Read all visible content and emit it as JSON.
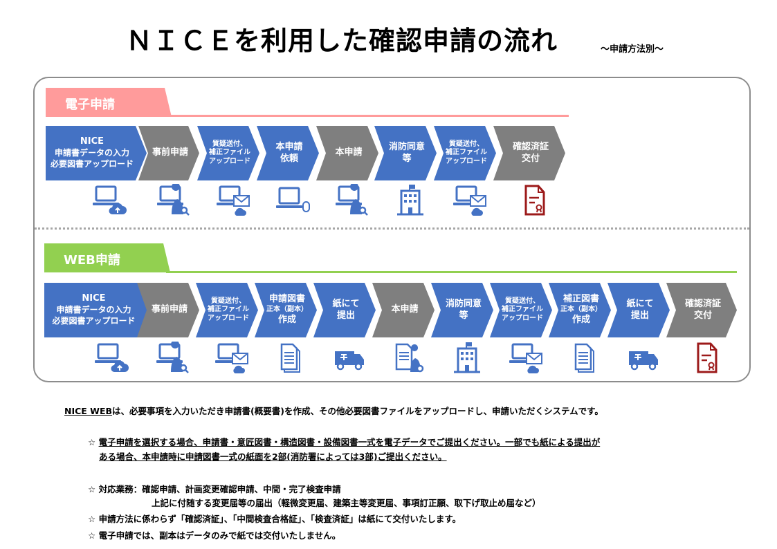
{
  "title": "ＮＩＣＥを利用した確認申請の流れ",
  "subtitle": "～申請方法別～",
  "colors": {
    "blue": "#4472c4",
    "gray": "#7f7f7f",
    "pink": "#ff9b9b",
    "green": "#92d050",
    "cert_red": "#9c1a1a"
  },
  "electronic": {
    "label": "電子申請",
    "steps": [
      {
        "lines": [
          "NICE",
          "申請書データの入力",
          "必要図書アップロード"
        ],
        "color": "blue",
        "icon": "laptop-cloud-upload-icon"
      },
      {
        "lines": [
          "事前申請"
        ],
        "color": "gray",
        "icon": "laptop-user-search-icon"
      },
      {
        "lines": [
          "質疑送付、",
          "補正ファイル",
          "アップロード"
        ],
        "color": "blue",
        "icon": "laptop-mail-upload-icon"
      },
      {
        "lines": [
          "本申請",
          "依頼"
        ],
        "color": "blue",
        "icon": "laptop-mouse-icon"
      },
      {
        "lines": [
          "本申請"
        ],
        "color": "gray",
        "icon": "laptop-user-search-icon"
      },
      {
        "lines": [
          "消防同意等"
        ],
        "color": "blue",
        "icon": "building-icon"
      },
      {
        "lines": [
          "質疑送付、",
          "補正ファイル",
          "アップロード"
        ],
        "color": "blue",
        "icon": "laptop-mail-upload-icon"
      },
      {
        "lines": [
          "確認済証",
          "交付"
        ],
        "color": "gray",
        "icon": "certificate-icon"
      }
    ]
  },
  "web": {
    "label": "WEB申請",
    "steps": [
      {
        "lines": [
          "NICE",
          "申請書データの入力",
          "必要図書アップロード"
        ],
        "color": "blue",
        "icon": "laptop-cloud-upload-icon"
      },
      {
        "lines": [
          "事前申請"
        ],
        "color": "gray",
        "icon": "laptop-user-search-icon"
      },
      {
        "lines": [
          "質疑送付、",
          "補正ファイル",
          "アップロード"
        ],
        "color": "blue",
        "icon": "laptop-mail-upload-icon"
      },
      {
        "lines": [
          "申請図書",
          "正本（副本）",
          "作成"
        ],
        "color": "blue",
        "icon": "documents-icon"
      },
      {
        "lines": [
          "紙にて",
          "提出"
        ],
        "color": "blue",
        "icon": "delivery-truck-icon"
      },
      {
        "lines": [
          "本申請"
        ],
        "color": "gray",
        "icon": "documents-user-search-icon"
      },
      {
        "lines": [
          "消防同意等"
        ],
        "color": "blue",
        "icon": "building-icon"
      },
      {
        "lines": [
          "質疑送付、",
          "補正ファイル",
          "アップロード"
        ],
        "color": "blue",
        "icon": "laptop-mail-upload-icon"
      },
      {
        "lines": [
          "補正図書",
          "正本（副本）",
          "作成"
        ],
        "color": "blue",
        "icon": "documents-icon"
      },
      {
        "lines": [
          "紙にて",
          "提出"
        ],
        "color": "blue",
        "icon": "delivery-truck-icon"
      },
      {
        "lines": [
          "確認済証",
          "交付"
        ],
        "color": "gray",
        "icon": "certificate-icon"
      }
    ]
  },
  "notes": {
    "intro_link": "NICE WEB",
    "intro_rest": "は、必要事項を入力いただき申請書(概要書)を作成、その他必要図書ファイルをアップロードし、申請いただくシステムです。",
    "star": "☆",
    "n1_line1": "電子申請を選択する場合、申請書・意匠図書・構造図書・設備図書一式を電子データでご提出ください。一部でも紙による提出が",
    "n1_line2": "ある場合、本申請時に申請図書一式の紙面を2部(消防署によっては3部)ご提出ください。",
    "n2_line1": "対応業務：確認申請、計画変更確認申請、中間・完了検査申請",
    "n2_line2": "上記に付随する変更届等の届出（軽微変更届、建築主等変更届、事項訂正願、取下げ取止め届など）",
    "n3": "申請方法に係わらず「確認済証」、「中間検査合格証」、「検査済証」は紙にて交付いたします。",
    "n4": "電子申請では、副本はデータのみで紙では交付いたしません。"
  }
}
